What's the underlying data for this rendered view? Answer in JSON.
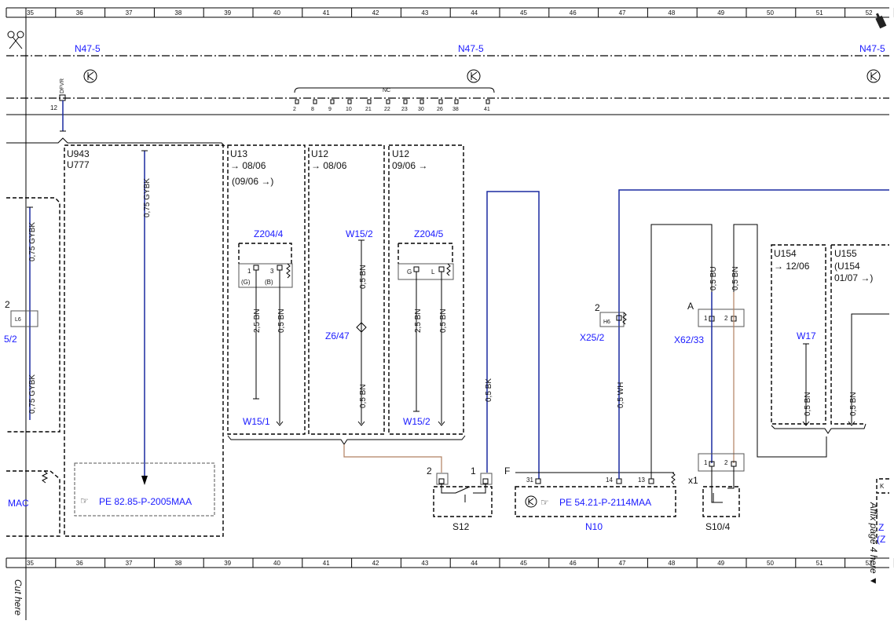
{
  "ruler": {
    "columns": [
      "35",
      "36",
      "37",
      "38",
      "39",
      "40",
      "41",
      "42",
      "43",
      "44",
      "45",
      "46",
      "47",
      "48",
      "49",
      "50",
      "51",
      "52"
    ]
  },
  "icons": {
    "scissors": "scissors-icon",
    "pointer": "pointing-hand-icon",
    "transistor": "transistor-symbol-icon"
  },
  "colors": {
    "label_blue": "#1a1aff",
    "wire_blue": "#1a2aa0",
    "wire_brown": "#b08060"
  },
  "bus": {
    "n47_labels": [
      "N47-5",
      "N47-5",
      "N47-5"
    ],
    "dfvr": "DFVR",
    "pin_12": "12",
    "nc": "NC",
    "pins": [
      "2",
      "8",
      "9",
      "10",
      "21",
      "22",
      "23",
      "30",
      "26",
      "38",
      "41"
    ]
  },
  "variants": {
    "u943": "U943",
    "u777": "U777",
    "u13": "U13",
    "u13_from": "→ 08/06",
    "u13_alt": "(09/06 →)",
    "u12a": "U12",
    "u12a_from": "→ 08/06",
    "u12b": "U12",
    "u12b_from": "09/06 →",
    "u154": "U154",
    "u154_from": "→ 12/06",
    "u155": "U155",
    "u155_alt1": "(U154",
    "u155_alt2": "01/07 →)"
  },
  "components": {
    "z204_4": "Z204/4",
    "z204_5": "Z204/5",
    "w15_2_top": "W15/2",
    "w15_1": "W15/1",
    "w15_2_bottom": "W15/2",
    "z6_47": "Z6/47",
    "x25_2": "X25/2",
    "x62_33": "X62/33",
    "w17": "W17",
    "s12": "S12",
    "n10": "N10",
    "s10_4": "S10/4",
    "left_2": "2",
    "left_l6": "L6",
    "left_52": "5/2",
    "left_mac": "MAC",
    "right_k": "K",
    "right_z1": "Z",
    "right_z2": "(Z"
  },
  "pins": {
    "z204_4_1": "1",
    "z204_4_3": "3",
    "z204_4_g": "(G)",
    "z204_4_b": "(B)",
    "z204_5_g": "G",
    "z204_5_l": "L",
    "x25_2": "2",
    "x25_2_h6": "H6",
    "x62_a": "A",
    "x62_1": "1",
    "x62_2": "2",
    "s12_2": "2",
    "s12_1": "1",
    "n10_f": "F",
    "n10_31": "31",
    "n10_14": "14",
    "n10_13": "13",
    "s10_x1": "x1",
    "s10_1": "1",
    "s10_2": "2"
  },
  "wires": {
    "gybk_main": "0,75 GYBK",
    "gybk_left_top": "0,75 GYBK",
    "gybk_left_bottom": "0,75 GYBK",
    "bn25_a": "2,5 BN",
    "bn05_a": "0,5 BN",
    "bn05_w152_top": "0,5 BN",
    "bn05_w152_bottom": "0,5 BN",
    "bn25_b": "2,5 BN",
    "bn05_b": "0,5 BN",
    "bk05": "0,5 BK",
    "wh05": "0,5 WH",
    "bu05": "0,5 BU",
    "bn05_x62": "0,5 BN",
    "bn05_w17": "0,5 BN",
    "bn05_right": "0,5 BN"
  },
  "references": {
    "pe_left": "PE 82.85-P-2005MAA",
    "pe_n10": "PE 54.21-P-2114MAA"
  },
  "margin": {
    "cut_here": "Cut here",
    "affix_page": "Affix page 4 here ▼"
  }
}
